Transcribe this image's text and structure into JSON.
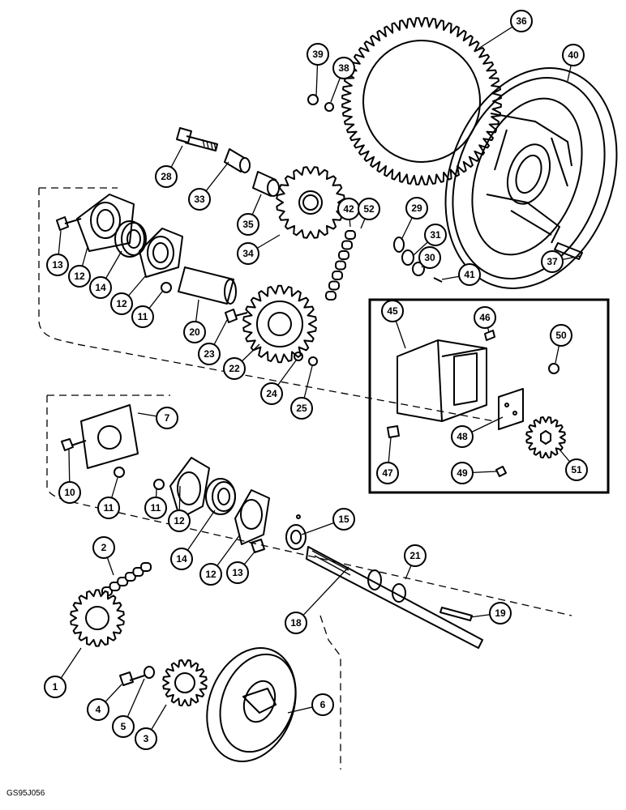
{
  "figure_code": "GS95J056",
  "callouts": [
    {
      "n": "1"
    },
    {
      "n": "2"
    },
    {
      "n": "3"
    },
    {
      "n": "4"
    },
    {
      "n": "5"
    },
    {
      "n": "6"
    },
    {
      "n": "7"
    },
    {
      "n": "10"
    },
    {
      "n": "11"
    },
    {
      "n": "11"
    },
    {
      "n": "11"
    },
    {
      "n": "12"
    },
    {
      "n": "12"
    },
    {
      "n": "12"
    },
    {
      "n": "12"
    },
    {
      "n": "13"
    },
    {
      "n": "13"
    },
    {
      "n": "14"
    },
    {
      "n": "14"
    },
    {
      "n": "15"
    },
    {
      "n": "18"
    },
    {
      "n": "19"
    },
    {
      "n": "20"
    },
    {
      "n": "21"
    },
    {
      "n": "22"
    },
    {
      "n": "23"
    },
    {
      "n": "24"
    },
    {
      "n": "25"
    },
    {
      "n": "28"
    },
    {
      "n": "29"
    },
    {
      "n": "30"
    },
    {
      "n": "31"
    },
    {
      "n": "33"
    },
    {
      "n": "34"
    },
    {
      "n": "35"
    },
    {
      "n": "36"
    },
    {
      "n": "37"
    },
    {
      "n": "38"
    },
    {
      "n": "39"
    },
    {
      "n": "40"
    },
    {
      "n": "41"
    },
    {
      "n": "42"
    },
    {
      "n": "52"
    },
    {
      "n": "45"
    },
    {
      "n": "46"
    },
    {
      "n": "47"
    },
    {
      "n": "48"
    },
    {
      "n": "49"
    },
    {
      "n": "50"
    },
    {
      "n": "51"
    }
  ]
}
